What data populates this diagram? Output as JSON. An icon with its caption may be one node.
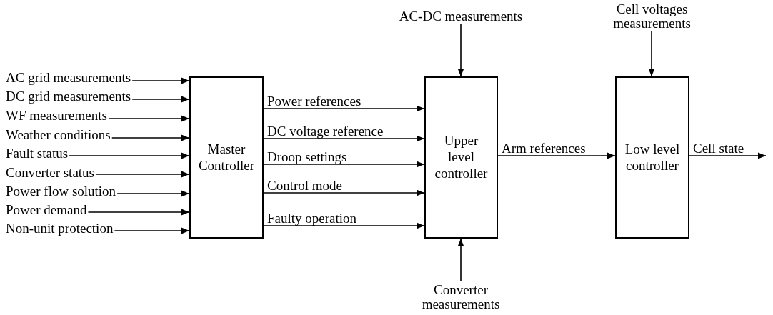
{
  "diagram": {
    "nodes": [
      {
        "text": [
          "AC grid measurements"
        ]
      },
      {
        "text": [
          "DC grid measurements"
        ]
      },
      {
        "text": [
          "WF measurements"
        ]
      },
      {
        "text": [
          "Weather conditions"
        ]
      },
      {
        "text": [
          "Fault status"
        ]
      },
      {
        "text": [
          "Converter status"
        ]
      },
      {
        "text": [
          "Power flow solution"
        ]
      },
      {
        "text": [
          "Power demand"
        ]
      },
      {
        "text": [
          "Non-unit protection"
        ]
      },
      {
        "text": [
          "Master Controller"
        ]
      },
      {
        "text": [
          "AC-DC measurements"
        ]
      },
      {
        "text": [
          "Upper level controller"
        ]
      },
      {
        "text": [
          "Converter measurements"
        ]
      },
      {
        "text": [
          "Cell voltages measurements"
        ]
      },
      {
        "text": [
          "Low level controller"
        ]
      }
    ],
    "edges": [
      {
        "from": 0,
        "to": 9,
        "arrow": "to"
      },
      {
        "from": 1,
        "to": 9,
        "arrow": "to"
      },
      {
        "from": 2,
        "to": 9,
        "arrow": "to"
      },
      {
        "from": 3,
        "to": 9,
        "arrow": "to"
      },
      {
        "from": 4,
        "to": 9,
        "arrow": "to"
      },
      {
        "from": 5,
        "to": 9,
        "arrow": "to"
      },
      {
        "from": 6,
        "to": 9,
        "arrow": "to"
      },
      {
        "from": 7,
        "to": 9,
        "arrow": "to"
      },
      {
        "from": 8,
        "to": 9,
        "arrow": "to"
      },
      {
        "from": 9,
        "to": 11,
        "arrow": "to",
        "label": "Power references"
      },
      {
        "from": 9,
        "to": 11,
        "arrow": "to",
        "label": "DC voltage reference"
      },
      {
        "from": 9,
        "to": 11,
        "arrow": "to",
        "label": "Droop settings"
      },
      {
        "from": 9,
        "to": 11,
        "arrow": "to",
        "label": "Control mode"
      },
      {
        "from": 9,
        "to": 11,
        "arrow": "to",
        "label": "Faulty operation"
      },
      {
        "from": 10,
        "to": 11,
        "arrow": "to"
      },
      {
        "from": 12,
        "to": 11,
        "arrow": "to"
      },
      {
        "from": 11,
        "to": 14,
        "arrow": "to",
        "label": "Arm references"
      },
      {
        "from": 13,
        "to": 14,
        "arrow": "to"
      },
      {
        "from": 14,
        "to": null,
        "arrow": "to",
        "label": "Cell state"
      }
    ]
  }
}
